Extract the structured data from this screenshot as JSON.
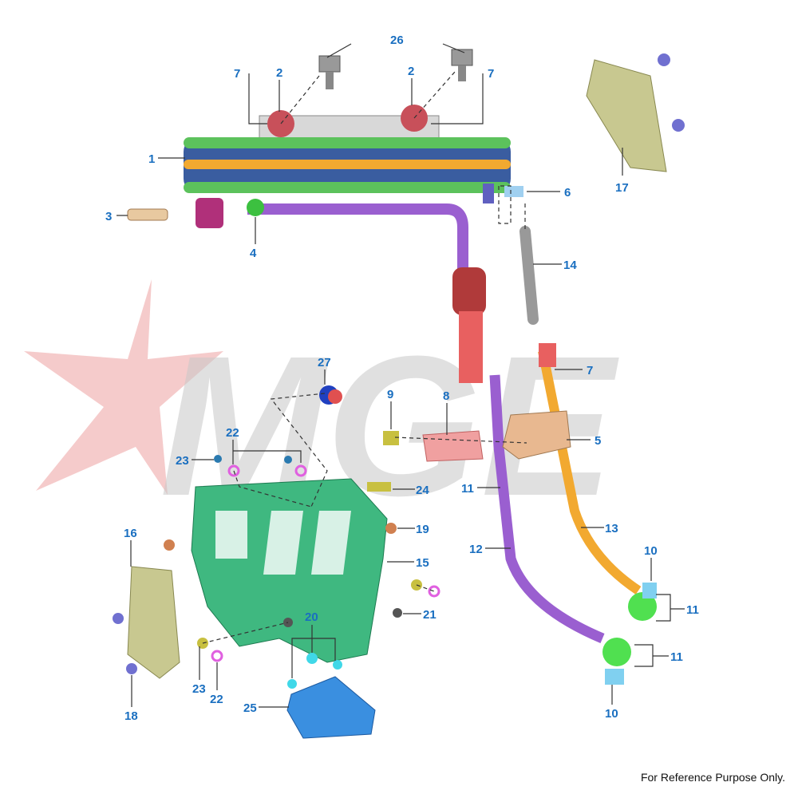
{
  "diagram": {
    "watermark": "MGE",
    "callouts": [
      "26",
      "2",
      "2",
      "7",
      "7",
      "1",
      "3",
      "4",
      "6",
      "17",
      "14",
      "7",
      "27",
      "9",
      "8",
      "5",
      "22",
      "23",
      "24",
      "11",
      "19",
      "13",
      "16",
      "12",
      "15",
      "10",
      "11",
      "21",
      "20",
      "11",
      "23",
      "22",
      "25",
      "18",
      "10"
    ],
    "colors": {
      "label": "#1a6fc0",
      "radiator_green": "#5cc25c",
      "radiator_orange": "#f2a930",
      "hose_purple": "#9a5fd0",
      "shroud": "#3fb880",
      "guard": "#3a8fe0"
    }
  },
  "footer": "For Reference Purpose Only."
}
